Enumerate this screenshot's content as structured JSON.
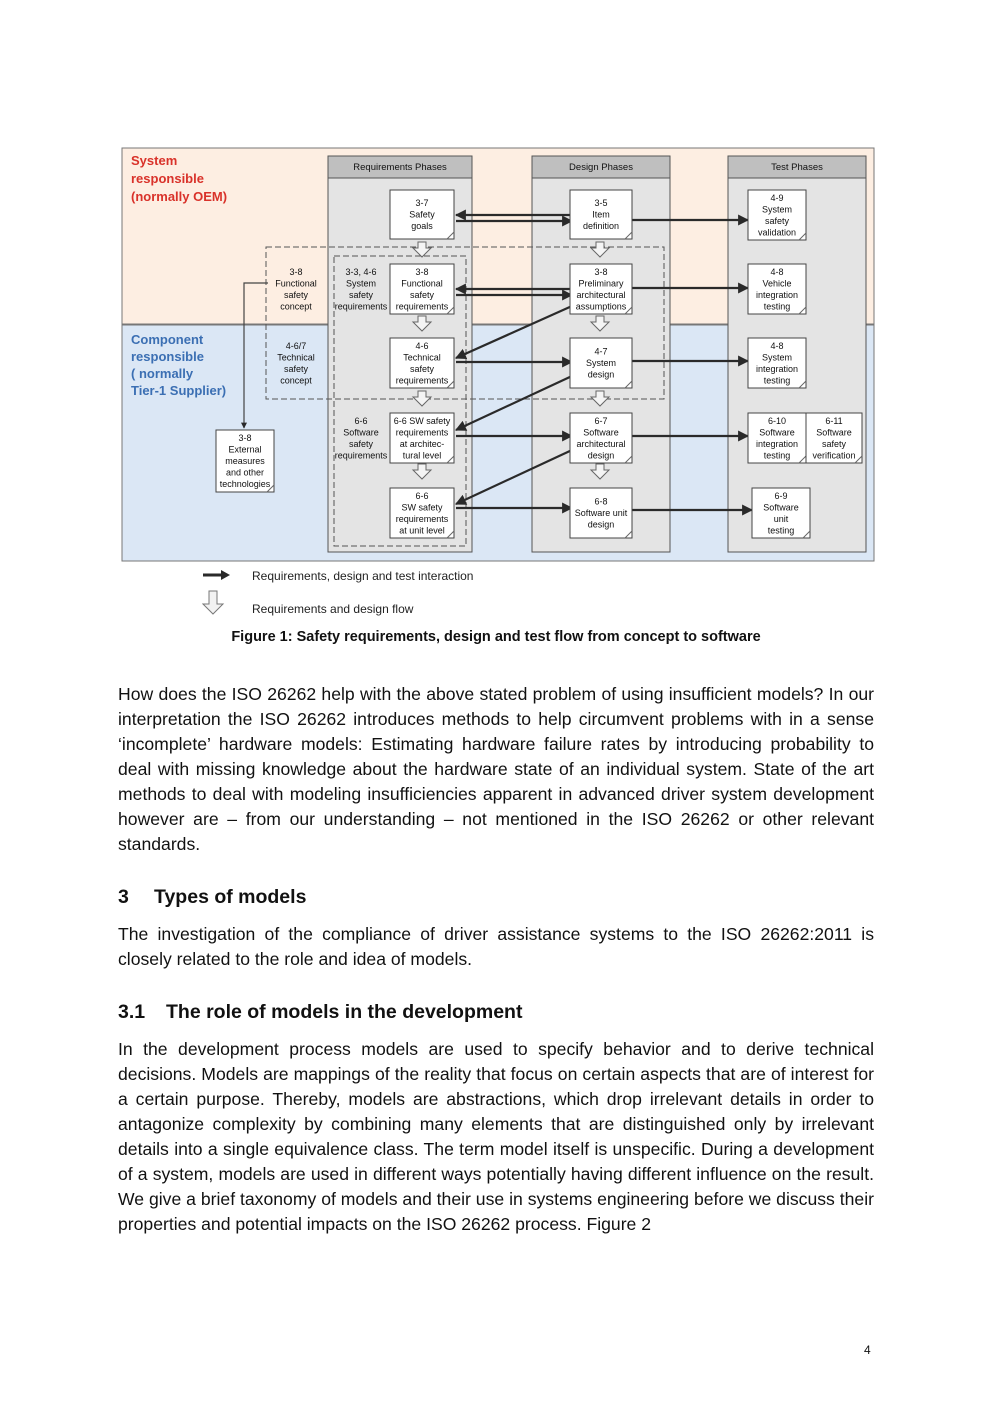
{
  "figure": {
    "phases": {
      "requirements": "Requirements Phases",
      "design": "Design Phases",
      "test": "Test Phases"
    },
    "oem_label": [
      "System",
      "responsible",
      "(normally OEM)"
    ],
    "component_label": [
      "Component",
      "responsible",
      "( normally",
      "Tier-1 Supplier)"
    ],
    "colors": {
      "oem_band": "#fdeee2",
      "component_band": "#dbe7f5",
      "label_red": "#d9322a",
      "label_blue": "#3b6fb3",
      "header_fill": "#bfbfbf",
      "column_fill": "#e4e4e4"
    },
    "boxes": {
      "b37": [
        "3-7",
        "Safety",
        "goals"
      ],
      "b35": [
        "3-5",
        "Item",
        "definition"
      ],
      "b49": [
        "4-9",
        "System",
        "safety",
        "validation"
      ],
      "b38fc": [
        "3-8",
        "Functional",
        "safety",
        "concept"
      ],
      "b3346": [
        "3-3, 4-6",
        "System",
        "safety",
        "requirements"
      ],
      "b38fr": [
        "3-8",
        "Functional",
        "safety",
        "requirements"
      ],
      "b38pa": [
        "3-8",
        "Preliminary",
        "architectural",
        "assumptions"
      ],
      "b48v": [
        "4-8",
        "Vehicle",
        "integration",
        "testing"
      ],
      "b467": [
        "4-6/7",
        "Technical",
        "safety",
        "concept"
      ],
      "b46": [
        "4-6",
        "Technical",
        "safety",
        "requirements"
      ],
      "b47": [
        "4-7",
        "System",
        "design"
      ],
      "b48s": [
        "4-8",
        "System",
        "integration",
        "testing"
      ],
      "b38em": [
        "3-8",
        "External",
        "measures",
        "and other",
        "technologies"
      ],
      "b66s": [
        "6-6",
        "Software",
        "safety",
        "requirements"
      ],
      "b66a": [
        "6-6 SW safety",
        "requirements",
        "at architec-",
        "tural level"
      ],
      "b67": [
        "6-7",
        "Software",
        "architectural",
        "design"
      ],
      "b610": [
        "6-10",
        "Software",
        "integration",
        "testing"
      ],
      "b611": [
        "6-11",
        "Software",
        "safety",
        "verification"
      ],
      "b66u": [
        "6-6",
        "SW safety",
        "requirements",
        "at unit level"
      ],
      "b68": [
        "6-8",
        "Software unit",
        "design"
      ],
      "b69": [
        "6-9",
        "Software",
        "unit",
        "testing"
      ]
    },
    "legend": {
      "interaction": "Requirements, design and test interaction",
      "flow": "Requirements and design flow"
    },
    "caption": "Figure 1: Safety requirements, design and test flow from concept to software"
  },
  "body": {
    "paragraph1": "How does the ISO 26262 help with the above stated problem of using insufficient models? In our interpretation the ISO 26262 introduces methods to help circumvent problems with in a sense ‘incomplete’ hardware models: Estimating hardware failure rates by introducing probability to deal with missing knowledge about the hardware state of an individual system. State of the art methods to deal with modeling insufficiencies apparent in advanced driver system development however are – from our understanding – not mentioned in the ISO 26262 or other relevant standards.",
    "section3": {
      "number": "3",
      "title": "Types of models"
    },
    "paragraph2": "The investigation of the compliance of driver assistance systems to the ISO 26262:2011 is closely related to the role and idea of models.",
    "section31": {
      "number": "3.1",
      "title": "The role of models in the development"
    },
    "paragraph3": "In the development process models are used to specify behavior and to derive technical decisions. Models are mappings of the reality that focus on certain aspects that are of interest for a certain purpose. Thereby, models are abstractions, which drop irrelevant details in order to antagonize complexity by combining many elements that are distinguished only by irrelevant details into a single equivalence class. The term model itself is unspecific. During a development of a system, models are used in different ways potentially having different influence on the result. We give a brief taxonomy of models and their use in systems engineering before we discuss their properties and potential impacts on the ISO 26262 process. Figure 2"
  },
  "page_number": "4"
}
